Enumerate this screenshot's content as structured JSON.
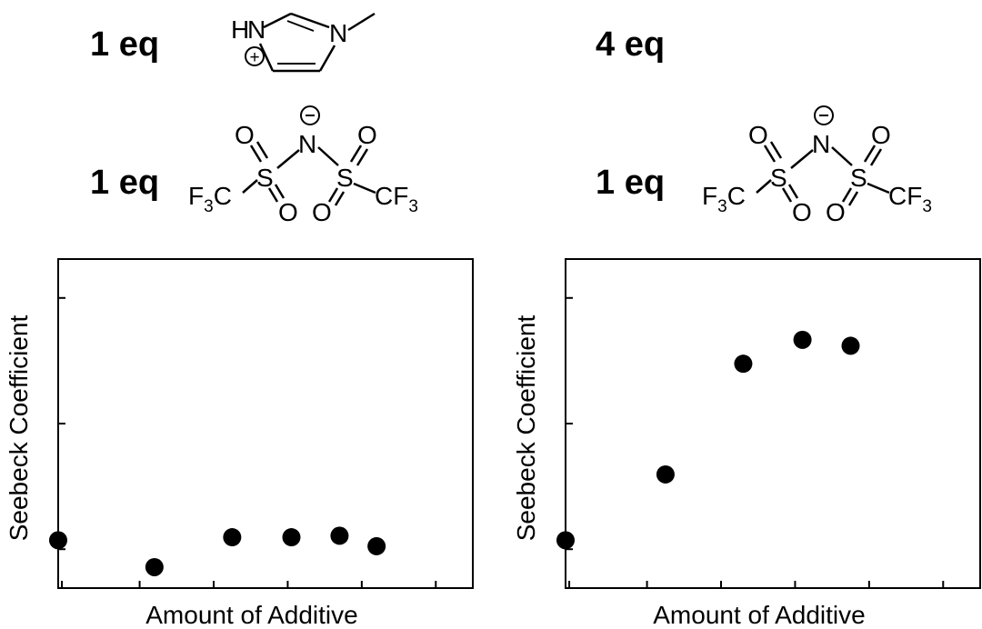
{
  "panels": [
    {
      "cation_eq": "1 eq",
      "anion_eq": "1 eq",
      "chart_data": {
        "type": "scatter",
        "xlabel": "Amount of Additive",
        "ylabel": "Seebeck Coefficient",
        "xlim": [
          0,
          5.6
        ],
        "ylim": [
          0,
          1.1
        ],
        "x": [
          0,
          1.3,
          2.35,
          3.15,
          3.8,
          4.3
        ],
        "y": [
          0.16,
          0.07,
          0.17,
          0.17,
          0.175,
          0.14
        ],
        "grid": false
      }
    },
    {
      "cation_eq": "4 eq",
      "anion_eq": "1 eq",
      "chart_data": {
        "type": "scatter",
        "xlabel": "Amount of Additive",
        "ylabel": "Seebeck Coefficient",
        "xlim": [
          0,
          5.6
        ],
        "ylim": [
          0,
          1.1
        ],
        "x": [
          0,
          1.35,
          2.4,
          3.2,
          3.85
        ],
        "y": [
          0.16,
          0.38,
          0.75,
          0.83,
          0.81
        ],
        "grid": false
      }
    }
  ],
  "cation_structure": {
    "atom_1": "H",
    "atom_2": "N",
    "atom_3": "N",
    "charge": "+"
  },
  "anion_structure": {
    "left_group": "F3C",
    "right_group": "CF3",
    "sulfur": "S",
    "nitrogen": "N",
    "oxygen": "O",
    "charge": "−"
  }
}
